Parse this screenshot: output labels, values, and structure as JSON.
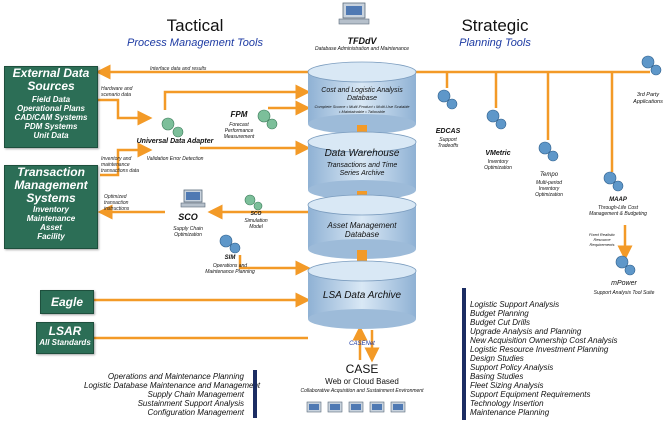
{
  "headers": {
    "tactical": "Tactical",
    "tactical_sub": "Process Management Tools",
    "strategic": "Strategic",
    "strategic_sub": "Planning Tools"
  },
  "tfdv": {
    "name": "TFDdV",
    "desc": "Database Administration and Maintenance"
  },
  "left_boxes": {
    "external": {
      "title": [
        "External Data",
        "Sources"
      ],
      "lines": [
        "Field Data",
        "Operational Plans",
        "CAD/CAM Systems",
        "PDM Systems",
        "Unit Data"
      ]
    },
    "transaction": {
      "title": [
        "Transaction",
        "Management",
        "Systems"
      ],
      "lines": [
        "Inventory",
        "Maintenance",
        "Asset",
        "Facility"
      ]
    },
    "eagle": "Eagle",
    "lsar": {
      "title": "LSAR",
      "sub": "All Standards"
    }
  },
  "arrow_labels": {
    "top": "Interface data and results",
    "hardware": "Hardware and scenario data",
    "inventory": "Inventory and maintenance transactions data",
    "optimized": "Optimized transaction instructions"
  },
  "tools": {
    "uda": {
      "name": "Universal Data Adapter",
      "desc": "Validation Error Detection"
    },
    "fpm": {
      "name": "FPM",
      "desc": "Forecast Performance Measurement"
    },
    "sco": {
      "name": "SCO",
      "desc": "Supply Chain Optimization"
    },
    "sco_sim": {
      "name": "SCO",
      "desc": "Simulation Model"
    },
    "sim": {
      "name": "SIM",
      "desc": "Operations and Maintenance Planning"
    },
    "edcas": {
      "name": "EDCAS",
      "desc": "Support Tradeoffs"
    },
    "vmetric": {
      "name": "VMetric",
      "desc": "Inventory Optimization"
    },
    "tempo": {
      "name": "Tempo",
      "desc": "Multi-period Inventory Optimization"
    },
    "maap": {
      "name": "MAAP",
      "desc": "Through-Life Cost Management & Budgeting",
      "note": "Fixed Realistic Resource Requirements"
    },
    "mpower": {
      "name": "mPower",
      "desc": "Support Analysis Tool Suite"
    },
    "third_party": {
      "name": "3rd Party Applications"
    }
  },
  "databases": {
    "cost": {
      "title": "Cost and Logistic Analysis Database",
      "desc": "Complete Source • Multi-Product • Multi-Use Scalable • Maintainable • Tailorable"
    },
    "warehouse": {
      "title": "Data Warehouse",
      "desc": "Transactions and Time Series Archive"
    },
    "asset": {
      "title": "Asset Management Database"
    },
    "lsa": {
      "title": "LSA Data Archive"
    }
  },
  "casenet": "CASENet",
  "case": {
    "title": "CASE",
    "sub": "Web or Cloud Based",
    "desc": "Collaborative Acquisition and Sustainment Environment"
  },
  "bottom_left_list": [
    "Operations and Maintenance Planning",
    "Logistic Database Maintenance and Management",
    "Supply Chain Management",
    "Sustainment Support Analysis",
    "Configuration Management"
  ],
  "bottom_right_list": [
    "Logistic Support Analysis",
    "Budget Planning",
    "Budget Cut Drills",
    "Upgrade Analysis and Planning",
    "New Acquisition Ownership Cost Analysis",
    "Logistic Resource Investment Planning",
    "Design Studies",
    "Support Policy Analysis",
    "Basing Studies",
    "Fleet Sizing Analysis",
    "Support Equipment Requirements",
    "Technology Insertion",
    "Maintenance Planning"
  ],
  "colors": {
    "arrow": "#f39a27",
    "box_green": "#2c6e56",
    "cylinder": "#b9d0e6",
    "accent_blue": "#1c3aa3",
    "bar_navy": "#1c2d63"
  }
}
